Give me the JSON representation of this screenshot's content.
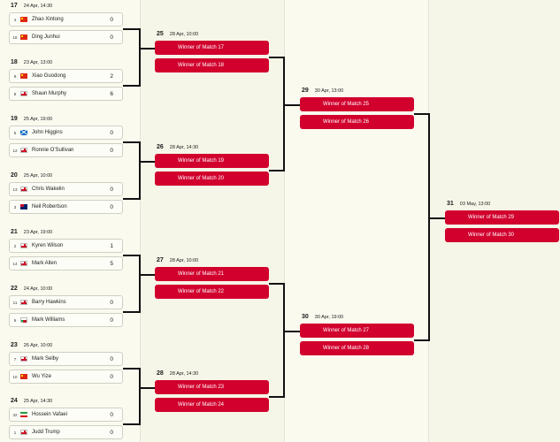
{
  "round1": [
    {
      "num": "17",
      "date": "24 Apr, 14:30",
      "players": [
        {
          "seed": "4",
          "flag": "cn",
          "name": "Zhao Xintong",
          "score": "0"
        },
        {
          "seed": "16",
          "flag": "cn",
          "name": "Ding Junhui",
          "score": "0"
        }
      ]
    },
    {
      "num": "18",
      "date": "23 Apr, 13:00",
      "players": [
        {
          "seed": "9",
          "flag": "cn",
          "name": "Xiao Guodong",
          "score": "2"
        },
        {
          "seed": "8",
          "flag": "en",
          "name": "Shaun Murphy",
          "score": "6"
        }
      ]
    },
    {
      "num": "19",
      "date": "25 Apr, 19:00",
      "players": [
        {
          "seed": "5",
          "flag": "sc",
          "name": "John Higgins",
          "score": "0"
        },
        {
          "seed": "12",
          "flag": "en",
          "name": "Ronnie O'Sullivan",
          "score": "0"
        }
      ]
    },
    {
      "num": "20",
      "date": "25 Apr, 10:00",
      "players": [
        {
          "seed": "13",
          "flag": "en",
          "name": "Chris Wakelin",
          "score": "0"
        },
        {
          "seed": "3",
          "flag": "au",
          "name": "Neil Robertson",
          "score": "0"
        }
      ]
    },
    {
      "num": "21",
      "date": "23 Apr, 19:00",
      "players": [
        {
          "seed": "2",
          "flag": "en",
          "name": "Kyren Wilson",
          "score": "1"
        },
        {
          "seed": "14",
          "flag": "en",
          "name": "Mark Allen",
          "score": "5"
        }
      ]
    },
    {
      "num": "22",
      "date": "24 Apr, 10:00",
      "players": [
        {
          "seed": "11",
          "flag": "en",
          "name": "Barry Hawkins",
          "score": "0"
        },
        {
          "seed": "6",
          "flag": "wa",
          "name": "Mark Williams",
          "score": "0"
        }
      ]
    },
    {
      "num": "23",
      "date": "26 Apr, 10:00",
      "players": [
        {
          "seed": "7",
          "flag": "en",
          "name": "Mark Selby",
          "score": "0"
        },
        {
          "seed": "10",
          "flag": "cn",
          "name": "Wu Yize",
          "score": "0"
        }
      ]
    },
    {
      "num": "24",
      "date": "25 Apr, 14:30",
      "players": [
        {
          "seed": "32",
          "flag": "ir",
          "name": "Hossein Vafaei",
          "score": "0"
        },
        {
          "seed": "1",
          "flag": "en",
          "name": "Judd Trump",
          "score": "0"
        }
      ]
    }
  ],
  "quarterfinals": [
    {
      "num": "25",
      "date": "28 Apr, 10:00",
      "slots": [
        "Winner of Match 17",
        "Winner of Match 18"
      ]
    },
    {
      "num": "26",
      "date": "28 Apr, 14:30",
      "slots": [
        "Winner of Match 19",
        "Winner of Match 20"
      ]
    },
    {
      "num": "27",
      "date": "28 Apr, 10:00",
      "slots": [
        "Winner of Match 21",
        "Winner of Match 22"
      ]
    },
    {
      "num": "28",
      "date": "28 Apr, 14:30",
      "slots": [
        "Winner of Match 23",
        "Winner of Match 24"
      ]
    }
  ],
  "semifinals": [
    {
      "num": "29",
      "date": "30 Apr, 13:00",
      "slots": [
        "Winner of Match 25",
        "Winner of Match 26"
      ]
    },
    {
      "num": "30",
      "date": "30 Apr, 19:00",
      "slots": [
        "Winner of Match 27",
        "Winner of Match 28"
      ]
    }
  ],
  "final": [
    {
      "num": "31",
      "date": "03 May, 13:00",
      "slots": [
        "Winner of Match 29",
        "Winner of Match 30"
      ]
    }
  ],
  "colors": {
    "accent": "#d1002d",
    "background": "#fafaef",
    "border": "#cfcfc4",
    "line": "#111111"
  }
}
